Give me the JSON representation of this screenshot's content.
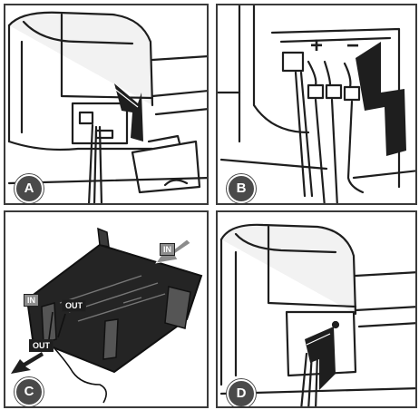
{
  "panels": [
    {
      "id": "A",
      "label": "A"
    },
    {
      "id": "B",
      "label": "B"
    },
    {
      "id": "C",
      "label": "C"
    },
    {
      "id": "D",
      "label": "D"
    }
  ],
  "panel_c_tags": {
    "in_top": "IN",
    "in_left": "IN",
    "out_mid": "OUT",
    "out_bottom": "OUT"
  },
  "polarity_symbols": {
    "plus": "+",
    "minus": "−"
  },
  "colors": {
    "ink": "#1e1e1e",
    "badge": "#4a4a4a",
    "tag_grey": "#8c8c8c",
    "frame": "#3a3a3a"
  }
}
